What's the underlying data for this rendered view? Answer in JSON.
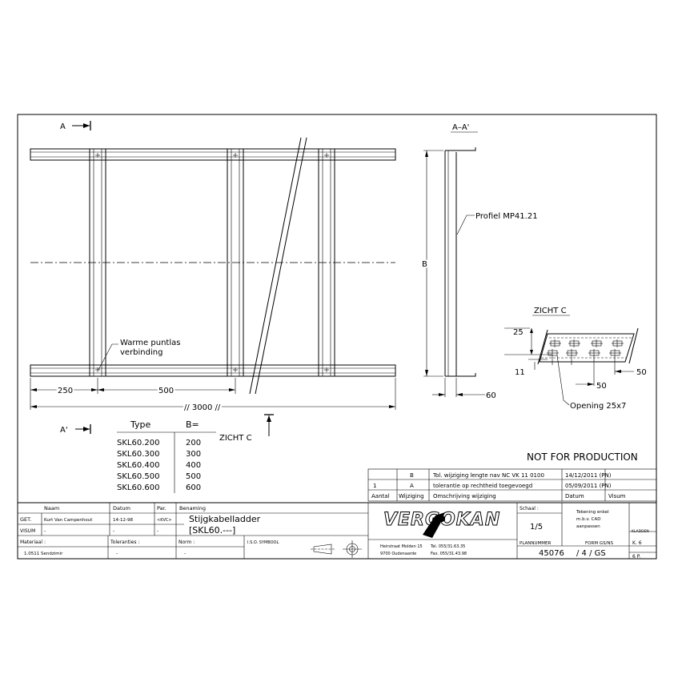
{
  "drawing": {
    "view_a_label": "A",
    "view_a_prime_label": "A'",
    "section_label": "A–A'",
    "profile_note": "Profiel MP41.21",
    "weld_note_line1": "Warme puntlas",
    "weld_note_line2": "verbinding",
    "dim_b": "B",
    "dim_250": "250",
    "dim_500": "500",
    "dim_3000": "// 3000 //",
    "dim_60": "60",
    "zicht_c_title": "ZICHT C",
    "zicht_c_ref": "ZICHT C",
    "dim_25": "25",
    "dim_11": "11",
    "dim_50a": "50",
    "dim_50b": "50",
    "opening_note": "Opening 25x7",
    "not_for_production": "NOT FOR PRODUCTION"
  },
  "type_table": {
    "header_type": "Type",
    "header_b": "B=",
    "rows": [
      {
        "type": "SKL60.200",
        "b": "200"
      },
      {
        "type": "SKL60.300",
        "b": "300"
      },
      {
        "type": "SKL60.400",
        "b": "400"
      },
      {
        "type": "SKL60.500",
        "b": "500"
      },
      {
        "type": "SKL60.600",
        "b": "600"
      }
    ]
  },
  "revisions": {
    "rows": [
      {
        "num": "",
        "letter": "B",
        "desc": "Tol. wijziging lengte nav NC VK 11 0100",
        "date": "14/12/2011 (PN)"
      },
      {
        "num": "1",
        "letter": "A",
        "desc": "tolerantie op rechtheid toegevoegd",
        "date": "05/09/2011 (PN)"
      }
    ],
    "header": {
      "aantal": "Aantal",
      "wijziging": "Wijziging",
      "omschrijving": "Omschrijving wijziging",
      "datum": "Datum",
      "visum": "Visum"
    }
  },
  "title_block": {
    "col_naam": "Naam",
    "col_datum": "Datum",
    "col_par": "Par.",
    "col_benaming": "Benaming",
    "get_label": "GET.",
    "get_name": "Kurt Van Campenhout",
    "get_date": "14-12-98",
    "get_par": "<KVC>",
    "visum_label": "VISUM",
    "visum_name": "-",
    "visum_date": "-",
    "visum_par": "-",
    "benaming_line1": "Stijgkabelladder",
    "benaming_line2": "[SKL60.---]",
    "materiaal_label": "Materiaal :",
    "materiaal_value": "1.0511 Sendzimir",
    "toleranties_label": "Toleranties :",
    "toleranties_value": "-",
    "norm_label": "Norm :",
    "norm_value": "-",
    "iso_symbol": "I.S.O. SYMBOOL",
    "company_logo": "VERGOKAN",
    "address_line1": "Heirstraat Molden 15",
    "address_line2": "9700 Oudenaarde",
    "tel": "Tel. 055/31.63.35",
    "fax": "Fax. 055/31.43.98",
    "schaal_label": "Schaal :",
    "schaal_value": "1/5",
    "note_line1": "Tekening enkel",
    "note_line2": "m.b.v. CAD",
    "note_line3": "aanpassen",
    "kladden_label": "KLADDEN",
    "plannummer_label": "PLANNUMMER",
    "form_label": "FORM GS/NS",
    "plannummer_value": "45076",
    "form_value": "/ 4 /  GS",
    "sheet_k": "K. 6",
    "sheet_p": "6 P."
  },
  "colors": {
    "ink": "#000000",
    "paper": "#ffffff"
  }
}
